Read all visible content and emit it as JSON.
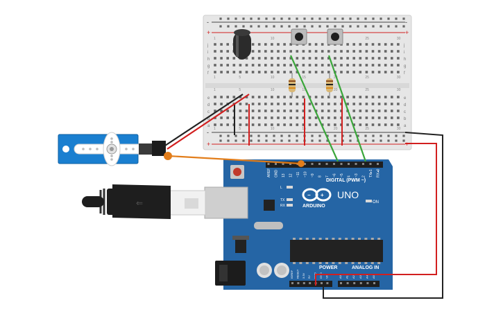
{
  "breadboard": {
    "row_labels_top": [
      "j",
      "i",
      "h",
      "g",
      "f"
    ],
    "row_labels_bottom": [
      "e",
      "d",
      "c",
      "b",
      "a"
    ],
    "column_numbers": [
      "1",
      "",
      "",
      "",
      "5",
      "",
      "",
      "",
      "",
      "10",
      "",
      "",
      "",
      "",
      "15",
      "",
      "",
      "",
      "",
      "20",
      "",
      "",
      "",
      "",
      "25",
      "",
      "",
      "",
      "",
      "30"
    ],
    "rail_plus": "+",
    "rail_minus": "-"
  },
  "arduino": {
    "brand": "ARDUINO",
    "model": "UNO",
    "digital_header_label": "DIGITAL (PWM ~)",
    "top_pin_labels": [
      "AREF",
      "GND",
      "13",
      "12",
      "~11",
      "~10",
      "~9",
      "8",
      "7",
      "~6",
      "~5",
      "4",
      "~3",
      "2",
      "TX▸1",
      "RX◂0"
    ],
    "led_labels": [
      "L",
      "TX",
      "RX"
    ],
    "on_label": "ON",
    "power_label": "POWER",
    "analog_label": "ANALOG IN",
    "power_pins": [
      "IOREF",
      "RESET",
      "3.3V",
      "5V",
      "GND",
      "GND",
      "Vin"
    ],
    "analog_pins": [
      "A0",
      "A1",
      "A2",
      "A3",
      "A4",
      "A5"
    ]
  },
  "colors": {
    "board": "#2565a5",
    "breadboard": "#e9e9e9",
    "rail_red": "#d21f1f",
    "rail_dark": "#333333",
    "wire_green": "#3aa63a",
    "wire_red": "#d21f1f",
    "wire_black": "#222222",
    "wire_orange": "#e27d1a",
    "servo_blue": "#1a7fd0"
  },
  "components": {
    "servo": "servo-motor",
    "usb": "usb-b-cable",
    "buttons": [
      "pushbutton-1",
      "pushbutton-2"
    ],
    "resistors": [
      "resistor-1",
      "resistor-2"
    ],
    "capacitor": "electrolytic-capacitor"
  }
}
